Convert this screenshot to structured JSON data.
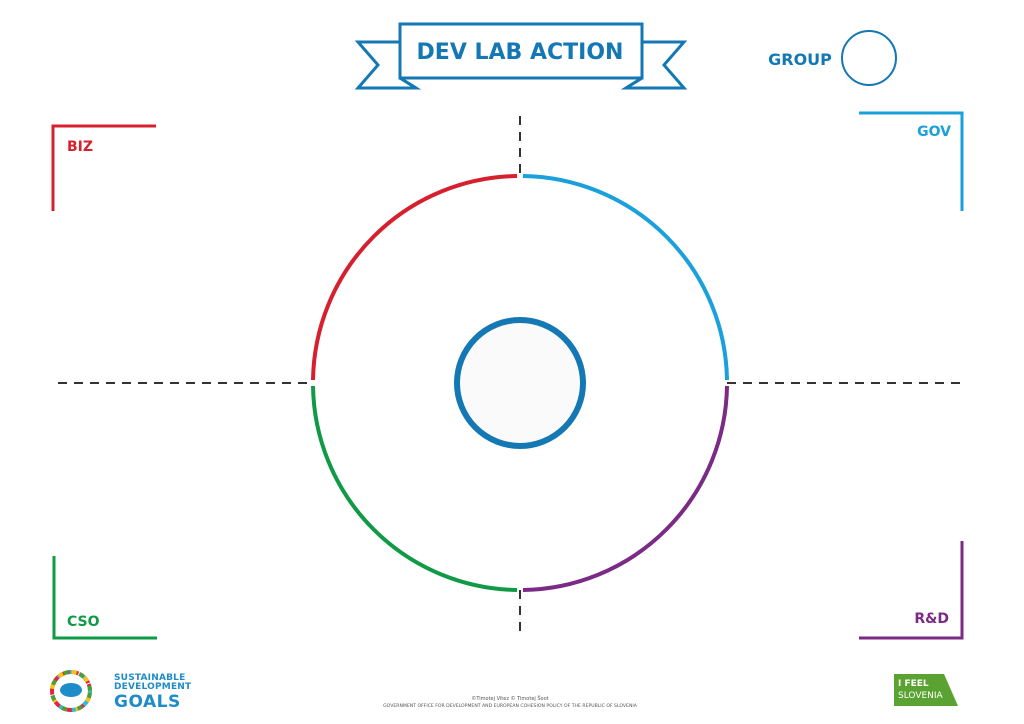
{
  "title": "DEV LAB ACTION",
  "group_label": "GROUP",
  "quadrants": [
    {
      "id": "biz",
      "label": "BIZ",
      "color": "#d6202d"
    },
    {
      "id": "gov",
      "label": "GOV",
      "color": "#1aa0db"
    },
    {
      "id": "cso",
      "label": "CSO",
      "color": "#119a46"
    },
    {
      "id": "rd",
      "label": "R&D",
      "color": "#7b2a86"
    }
  ],
  "colors": {
    "brand_blue": "#1478b4",
    "guide_dash": "#333333",
    "slovenia_green": "#5aa332"
  },
  "footer": {
    "credit_line1": "©Timotej Vitez © Timotej Šoot",
    "credit_line2": "GOVERNMENT OFFICE FOR DEVELOPMENT AND EUROPEAN COHESION POLICY OF THE REPUBLIC OF SLOVENIA",
    "sdg_line1": "SUSTAINABLE",
    "sdg_line2": "DEVELOPMENT",
    "sdg_goals": "GOALS",
    "slovenia_line1": "I FEEL",
    "slovenia_line2": "SLOVENIA"
  },
  "icons": [
    "ribbon-banner-icon",
    "group-circle-icon",
    "sdg-wheel-icon",
    "i-feel-slovenia-logo"
  ]
}
